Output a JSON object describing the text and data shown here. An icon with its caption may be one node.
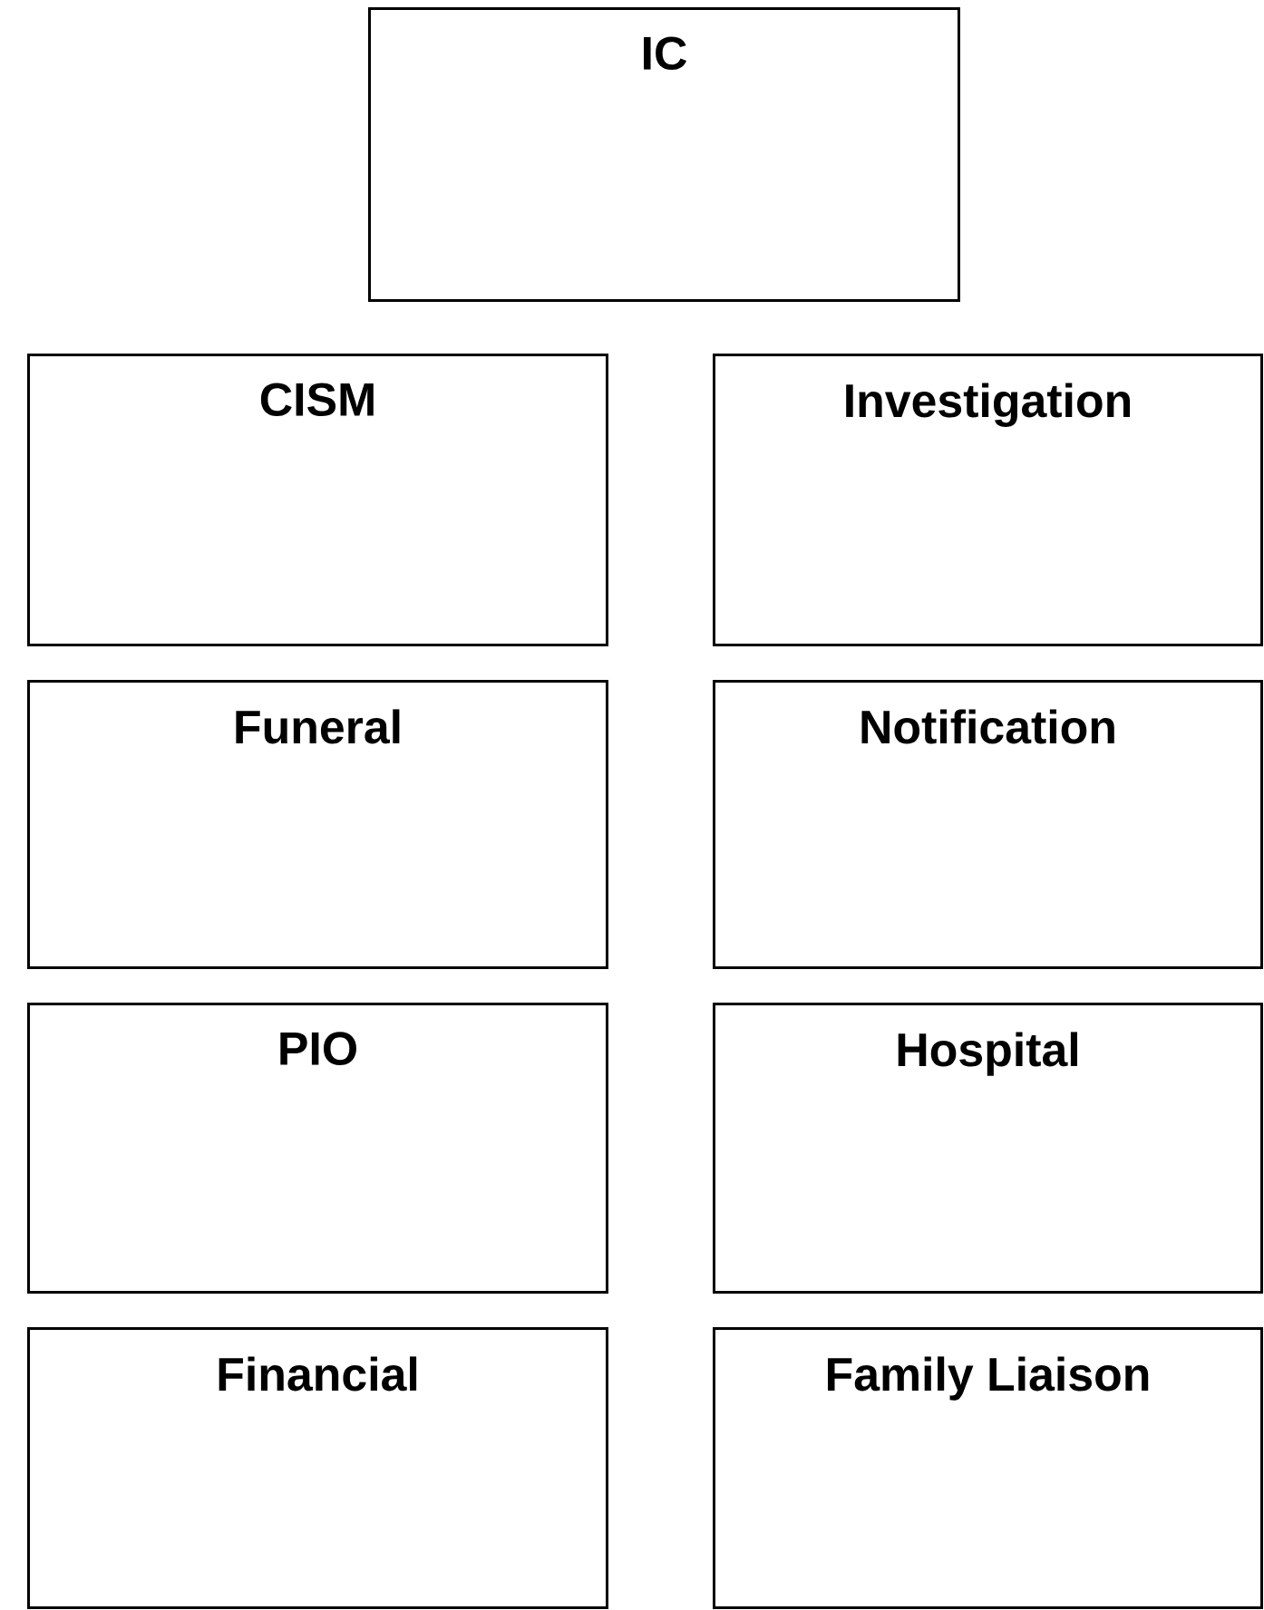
{
  "diagram": {
    "nodes": [
      {
        "text": [
          "IC"
        ]
      },
      {
        "text": [
          "CISM"
        ]
      },
      {
        "text": [
          "Investigation"
        ]
      },
      {
        "text": [
          "Funeral"
        ]
      },
      {
        "text": [
          "Notification"
        ]
      },
      {
        "text": [
          "PIO"
        ]
      },
      {
        "text": [
          "Hospital"
        ]
      },
      {
        "text": [
          "Financial"
        ]
      },
      {
        "text": [
          "Family Liaison"
        ]
      }
    ]
  }
}
